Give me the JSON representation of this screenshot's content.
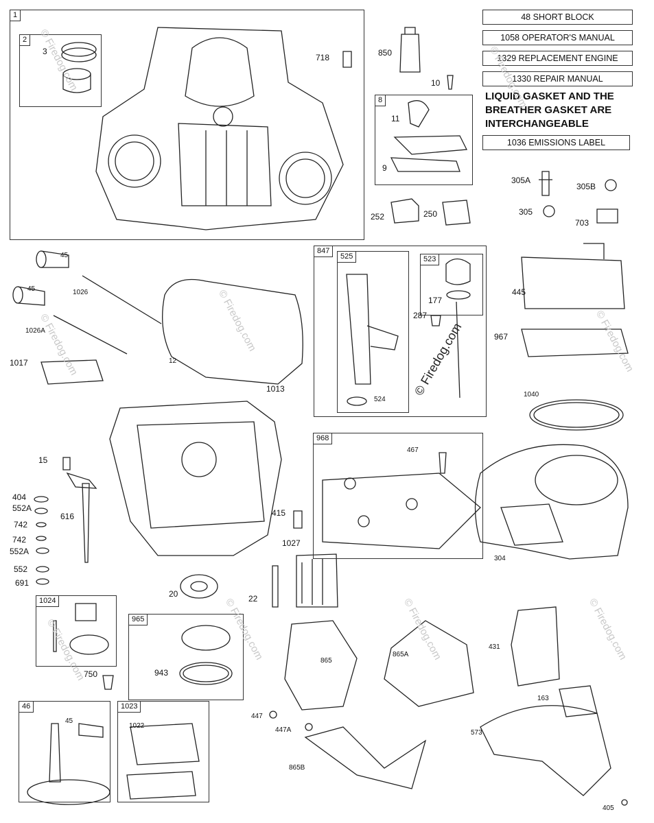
{
  "notes": {
    "short_block": "48 SHORT BLOCK",
    "operators_manual": "1058 OPERATOR'S MANUAL",
    "replacement_engine": "1329 REPLACEMENT ENGINE",
    "repair_manual": "1330 REPAIR MANUAL",
    "gasket_line1": "LIQUID GASKET AND THE",
    "gasket_line2": "BREATHER GASKET ARE",
    "gasket_line3": "INTERCHANGEABLE",
    "emissions_label": "1036 EMISSIONS LABEL"
  },
  "watermark": "© Firedog.com",
  "watermark_center": "© Firedog.com",
  "boxes": {
    "b1": "1",
    "b2": "2",
    "b8": "8",
    "b847": "847",
    "b525": "525",
    "b523": "523",
    "b968": "968",
    "b1024": "1024",
    "b965": "965",
    "b46": "46",
    "b1023": "1023"
  },
  "labels": {
    "p3": "3",
    "p718": "718",
    "p850": "850",
    "p10": "10",
    "p11": "11",
    "p9": "9",
    "p252": "252",
    "p250": "250",
    "p305a": "305A",
    "p305b": "305B",
    "p305": "305",
    "p703": "703",
    "p45a": "45",
    "p1026": "1026",
    "p45b": "45",
    "p1026a": "1026A",
    "p12": "12",
    "p1017": "1017",
    "p177": "177",
    "p287": "287",
    "p524": "524",
    "p445": "445",
    "p967": "967",
    "p1013": "1013",
    "p1040": "1040",
    "p15": "15",
    "p404": "404",
    "p552a1": "552A",
    "p742a": "742",
    "p616": "616",
    "p742b": "742",
    "p552a2": "552A",
    "p552": "552",
    "p691": "691",
    "p467": "467",
    "p415": "415",
    "p1027": "1027",
    "p304": "304",
    "p20": "20",
    "p22": "22",
    "p750": "750",
    "p943": "943",
    "p865": "865",
    "p865a": "865A",
    "p431": "431",
    "p163": "163",
    "p45c": "45",
    "p1022": "1022",
    "p447": "447",
    "p447a": "447A",
    "p865b": "865B",
    "p573": "573",
    "p405": "405"
  }
}
